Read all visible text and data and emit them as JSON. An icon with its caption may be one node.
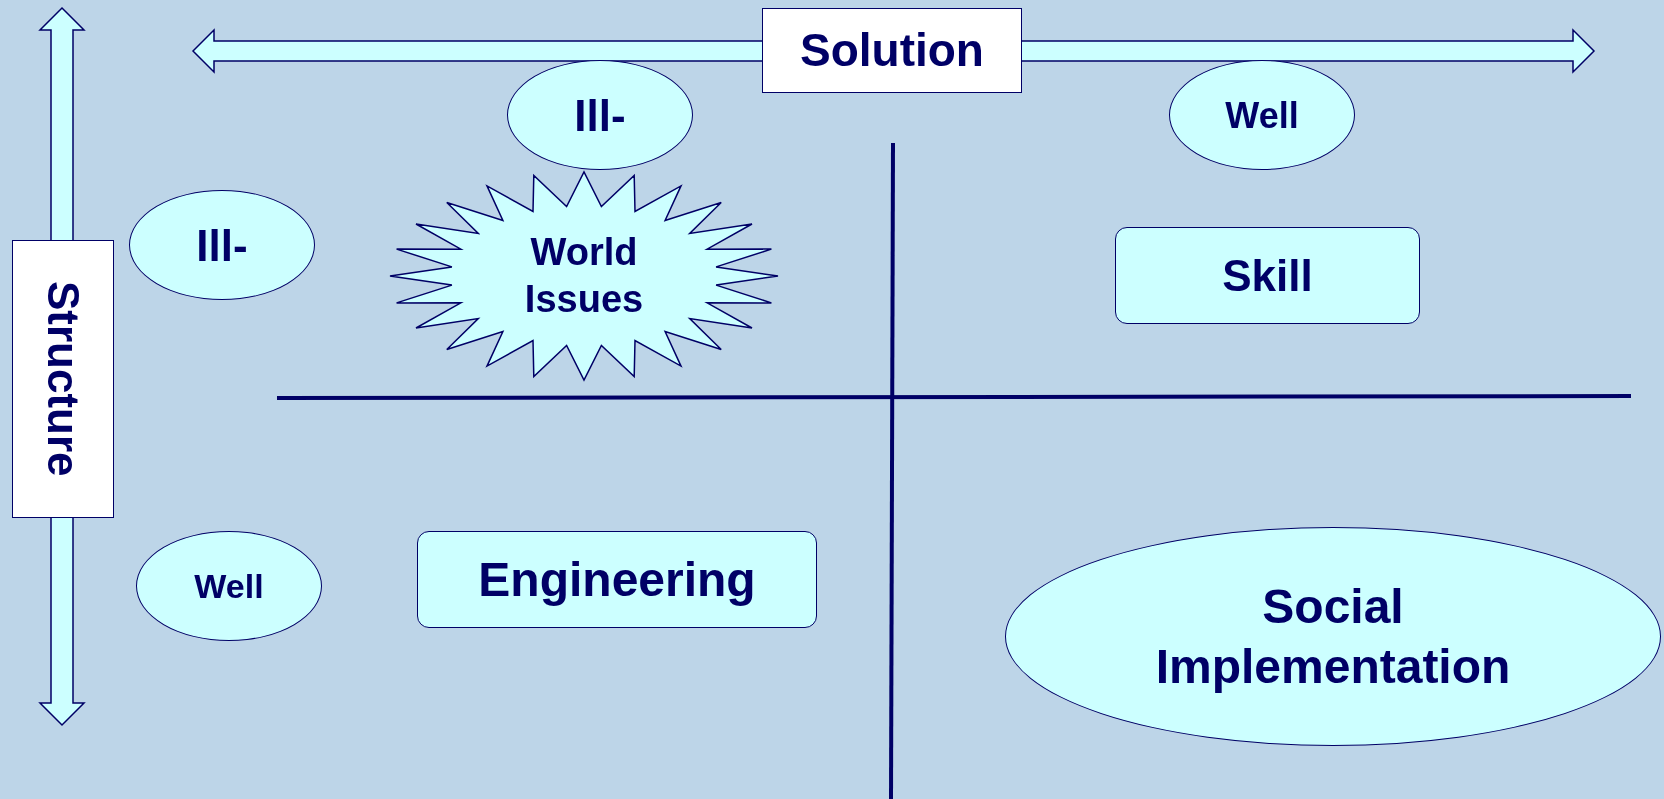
{
  "diagram": {
    "nodes": [
      {
        "text": [
          "Solution"
        ]
      },
      {
        "text": [
          "Structure"
        ]
      },
      {
        "text": [
          "Ill-"
        ]
      },
      {
        "text": [
          "Well"
        ]
      },
      {
        "text": [
          "Ill-"
        ]
      },
      {
        "text": [
          "World Issues"
        ]
      },
      {
        "text": [
          "Skill"
        ]
      },
      {
        "text": [
          "Well"
        ]
      },
      {
        "text": [
          "Engineering"
        ]
      },
      {
        "text": [
          "Social Implementation"
        ]
      }
    ]
  }
}
